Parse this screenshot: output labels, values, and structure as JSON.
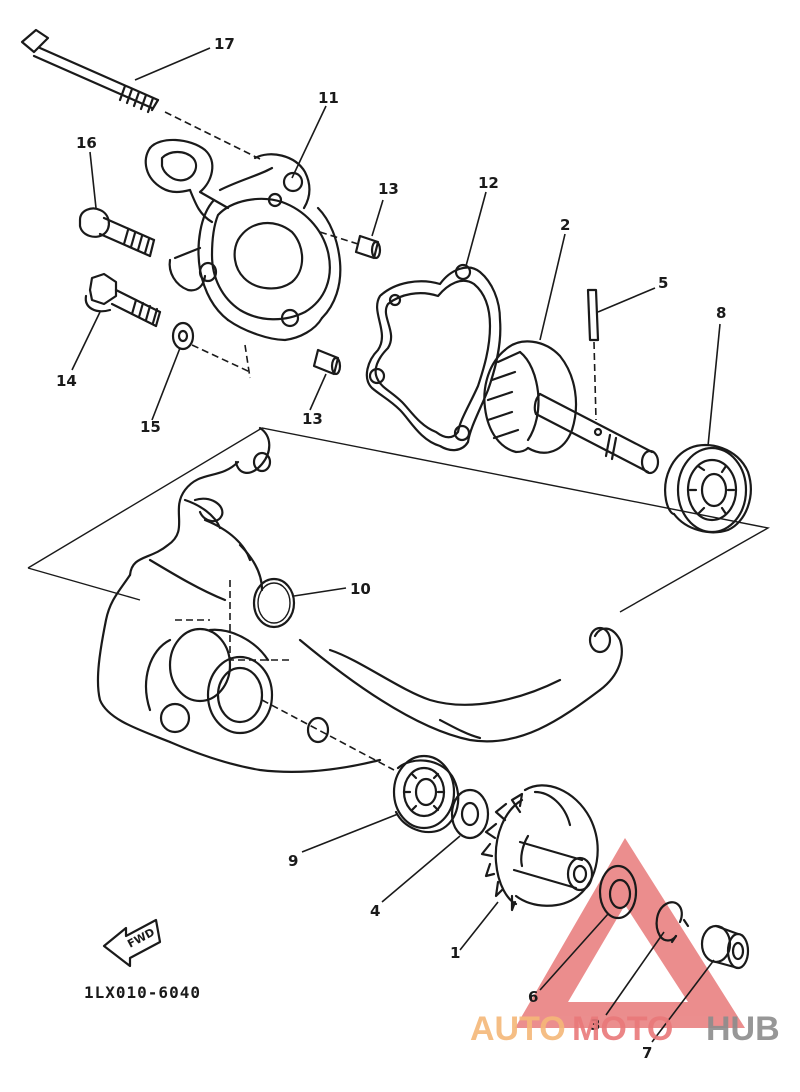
{
  "diagram": {
    "code": "1LX010-6040",
    "fwd_label": "FWD",
    "callouts": [
      {
        "id": "c17",
        "label": "17"
      },
      {
        "id": "c11",
        "label": "11"
      },
      {
        "id": "c16",
        "label": "16"
      },
      {
        "id": "c13a",
        "label": "13"
      },
      {
        "id": "c12",
        "label": "12"
      },
      {
        "id": "c2",
        "label": "2"
      },
      {
        "id": "c5",
        "label": "5"
      },
      {
        "id": "c8",
        "label": "8"
      },
      {
        "id": "c14",
        "label": "14"
      },
      {
        "id": "c15",
        "label": "15"
      },
      {
        "id": "c13b",
        "label": "13"
      },
      {
        "id": "c10",
        "label": "10"
      },
      {
        "id": "c9",
        "label": "9"
      },
      {
        "id": "c4",
        "label": "4"
      },
      {
        "id": "c1",
        "label": "1"
      },
      {
        "id": "c6",
        "label": "6"
      },
      {
        "id": "c3",
        "label": "3"
      },
      {
        "id": "c7",
        "label": "7"
      }
    ]
  },
  "watermark": {
    "part1": "AUTO",
    "part2": "MOTO",
    "part3": "HUB",
    "colors": {
      "auto": "#f5b878",
      "moto": "#e9787a",
      "hub": "#8c8c8c",
      "triangle": "#e87a7a"
    }
  }
}
